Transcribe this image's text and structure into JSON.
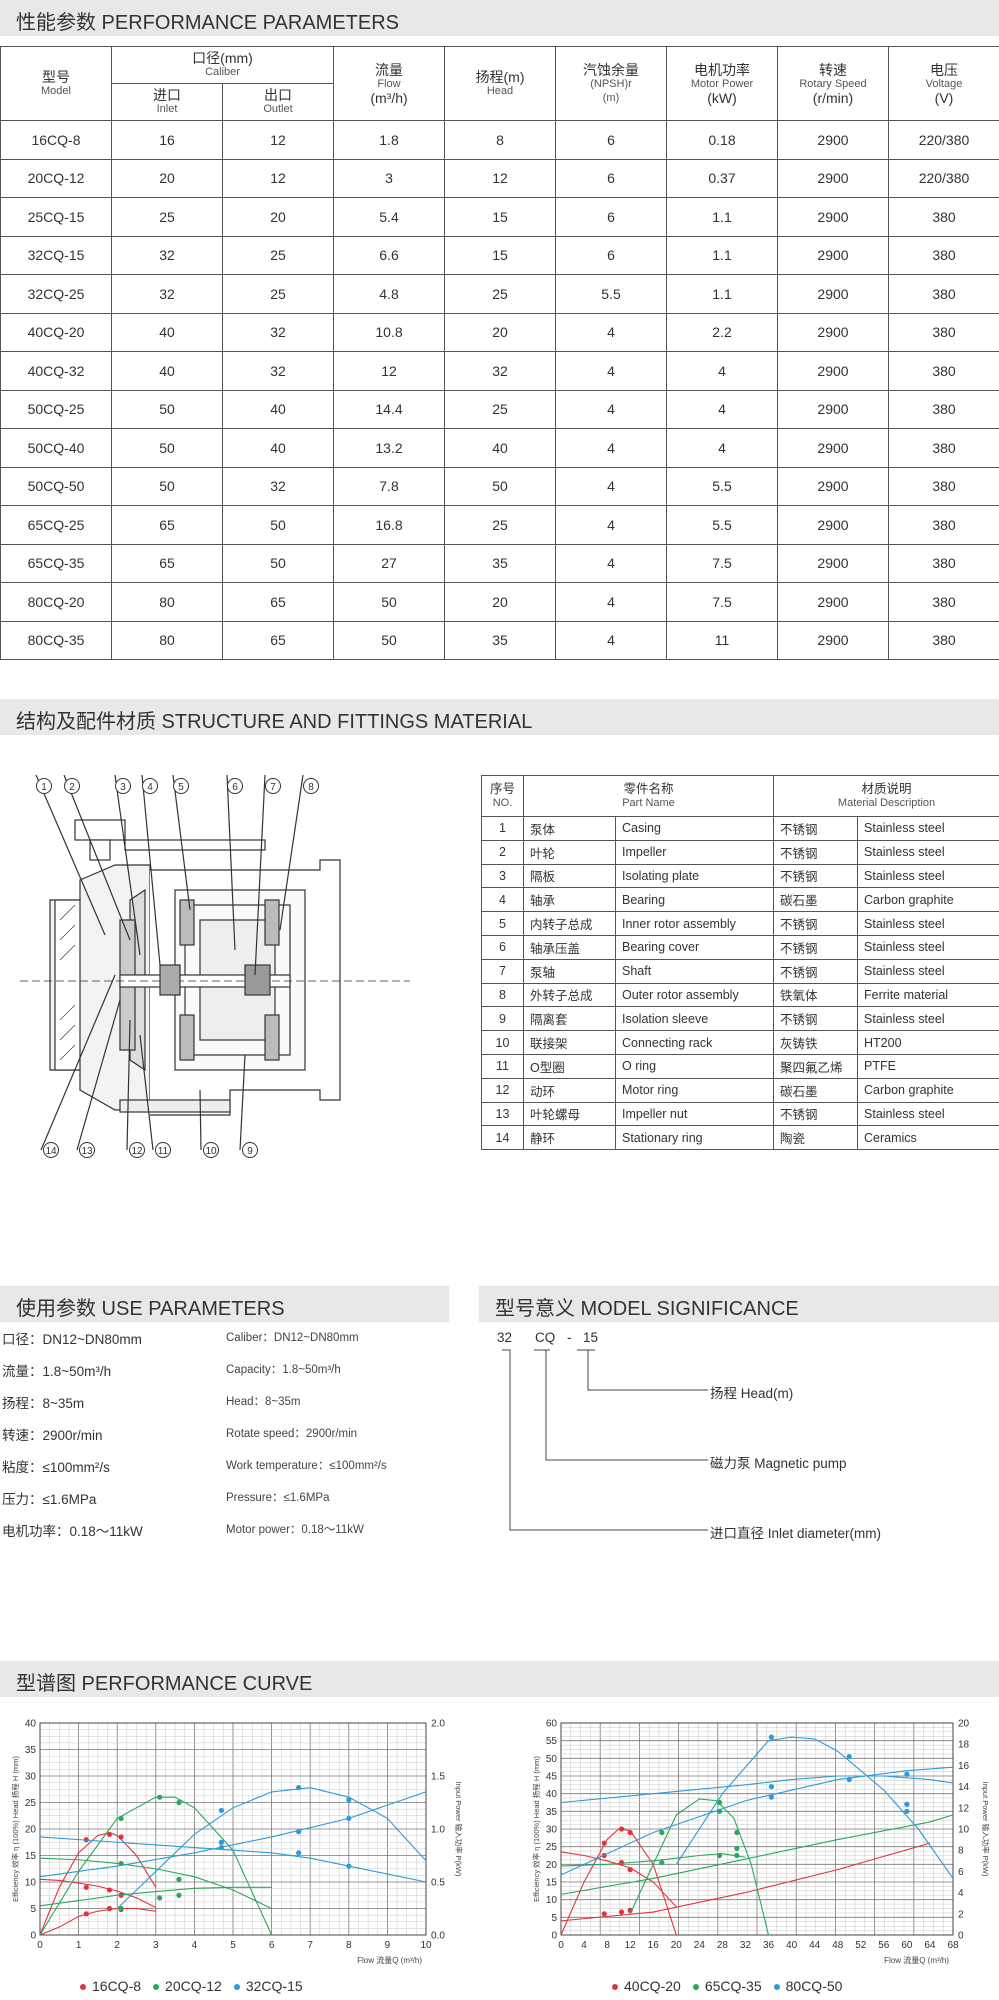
{
  "sections": {
    "performance": "性能参数 PERFORMANCE PARAMETERS",
    "structure": "结构及配件材质 STRUCTURE AND FITTINGS MATERIAL",
    "use": "使用参数 USE PARAMETERS",
    "model": "型号意义 MODEL SIGNIFICANCE",
    "curve": "型谱图 PERFORMANCE CURVE"
  },
  "perf_table": {
    "headers": {
      "model_zh": "型号",
      "model_en": "Model",
      "caliber_zh": "口径(mm)",
      "caliber_en": "Caliber",
      "inlet_zh": "进口",
      "inlet_en": "Inlet",
      "outlet_zh": "出口",
      "outlet_en": "Outlet",
      "flow_zh": "流量",
      "flow_en": "Flow",
      "flow_unit": "(m³/h)",
      "head_zh": "扬程(m)",
      "head_en": "Head",
      "npsh_zh": "汽蚀余量",
      "npsh_en": "(NPSH)r",
      "npsh_unit": "(m)",
      "power_zh": "电机功率",
      "power_en": "Motor Power",
      "power_unit": "(kW)",
      "speed_zh": "转速",
      "speed_en": "Rotary Speed",
      "speed_unit": "(r/min)",
      "volt_zh": "电压",
      "volt_en": "Voltage",
      "volt_unit": "(V)"
    },
    "rows": [
      [
        "16CQ-8",
        "16",
        "12",
        "1.8",
        "8",
        "6",
        "0.18",
        "2900",
        "220/380"
      ],
      [
        "20CQ-12",
        "20",
        "12",
        "3",
        "12",
        "6",
        "0.37",
        "2900",
        "220/380"
      ],
      [
        "25CQ-15",
        "25",
        "20",
        "5.4",
        "15",
        "6",
        "1.1",
        "2900",
        "380"
      ],
      [
        "32CQ-15",
        "32",
        "25",
        "6.6",
        "15",
        "6",
        "1.1",
        "2900",
        "380"
      ],
      [
        "32CQ-25",
        "32",
        "25",
        "4.8",
        "25",
        "5.5",
        "1.1",
        "2900",
        "380"
      ],
      [
        "40CQ-20",
        "40",
        "32",
        "10.8",
        "20",
        "4",
        "2.2",
        "2900",
        "380"
      ],
      [
        "40CQ-32",
        "40",
        "32",
        "12",
        "32",
        "4",
        "4",
        "2900",
        "380"
      ],
      [
        "50CQ-25",
        "50",
        "40",
        "14.4",
        "25",
        "4",
        "4",
        "2900",
        "380"
      ],
      [
        "50CQ-40",
        "50",
        "40",
        "13.2",
        "40",
        "4",
        "4",
        "2900",
        "380"
      ],
      [
        "50CQ-50",
        "50",
        "32",
        "7.8",
        "50",
        "4",
        "5.5",
        "2900",
        "380"
      ],
      [
        "65CQ-25",
        "65",
        "50",
        "16.8",
        "25",
        "4",
        "5.5",
        "2900",
        "380"
      ],
      [
        "65CQ-35",
        "65",
        "50",
        "27",
        "35",
        "4",
        "7.5",
        "2900",
        "380"
      ],
      [
        "80CQ-20",
        "80",
        "65",
        "50",
        "20",
        "4",
        "7.5",
        "2900",
        "380"
      ],
      [
        "80CQ-35",
        "80",
        "65",
        "50",
        "35",
        "4",
        "11",
        "2900",
        "380"
      ]
    ]
  },
  "diagram_callouts": {
    "top": [
      "1",
      "2",
      "3",
      "4",
      "5",
      "6",
      "7",
      "8"
    ],
    "bottom": [
      "14",
      "13",
      "12",
      "11",
      "10",
      "9"
    ]
  },
  "parts_table": {
    "h_no_zh": "序号",
    "h_no_en": "NO.",
    "h_part_zh": "零件名称",
    "h_part_en": "Part Name",
    "h_mat_zh": "材质说明",
    "h_mat_en": "Material Description",
    "rows": [
      [
        "1",
        "泵体",
        "Casing",
        "不锈钢",
        "Stainless steel"
      ],
      [
        "2",
        "叶轮",
        "Impeller",
        "不锈钢",
        "Stainless steel"
      ],
      [
        "3",
        "隔板",
        "Isolating plate",
        "不锈钢",
        "Stainless steel"
      ],
      [
        "4",
        "轴承",
        "Bearing",
        "碳石墨",
        "Carbon graphite"
      ],
      [
        "5",
        "内转子总成",
        "Inner rotor assembly",
        "不锈钢",
        "Stainless steel"
      ],
      [
        "6",
        "轴承压盖",
        "Bearing cover",
        "不锈钢",
        "Stainless steel"
      ],
      [
        "7",
        "泵轴",
        "Shaft",
        "不锈钢",
        "Stainless steel"
      ],
      [
        "8",
        "外转子总成",
        "Outer rotor assembly",
        "铁氧体",
        "Ferrite material"
      ],
      [
        "9",
        "隔离套",
        "Isolation sleeve",
        "不锈钢",
        "Stainless steel"
      ],
      [
        "10",
        "联接架",
        "Connecting rack",
        "灰铸铁",
        "HT200"
      ],
      [
        "11",
        "O型圈",
        "O ring",
        "聚四氟乙烯",
        "PTFE"
      ],
      [
        "12",
        "动环",
        "Motor ring",
        "碳石墨",
        "Carbon graphite"
      ],
      [
        "13",
        "叶轮螺母",
        "Impeller nut",
        "不锈钢",
        "Stainless steel"
      ],
      [
        "14",
        "静环",
        "Stationary ring",
        "陶瓷",
        "Ceramics"
      ]
    ]
  },
  "use_params": [
    [
      "口径：DN12~DN80mm",
      "Caliber：DN12~DN80mm"
    ],
    [
      "流量：1.8~50m³/h",
      "Capacity：1.8~50m³/h"
    ],
    [
      "扬程：8~35m",
      "Head：8~35m"
    ],
    [
      "转速：2900r/min",
      "Rotate speed：2900r/min"
    ],
    [
      "粘度：≤100mm²/s",
      "Work temperature：≤100mm²/s"
    ],
    [
      "压力：≤1.6MPa",
      "Pressure：≤1.6MPa"
    ],
    [
      "电机功率：0.18～11kW",
      "Motor power：0.18～11kW"
    ]
  ],
  "model_sig": {
    "code_a": "32",
    "code_b": "CQ",
    "dash": "-",
    "code_c": "15",
    "label_c": "扬程 Head(m)",
    "label_b": "磁力泵 Magnetic pump",
    "label_a": "进口直径 Inlet diameter(mm)"
  },
  "colors": {
    "red": "#e0343c",
    "green": "#2aa85a",
    "blue": "#2e9ad6",
    "band": "#e8e8e8"
  },
  "chart_data": [
    {
      "type": "line",
      "xlabel": "Flow 流量Q (m³/h)",
      "ylabel_left": "Efficiency 效率 η (100%) Head 扬程 H (mm)",
      "ylabel_right": "Input Power 输入功率 P(kW)",
      "xlim": [
        0,
        10
      ],
      "ylim": [
        0,
        40
      ],
      "y2lim": [
        0,
        2.0
      ],
      "x_ticks": [
        "0",
        "1",
        "2",
        "3",
        "4",
        "5",
        "6",
        "7",
        "8",
        "9",
        "10"
      ],
      "y_ticks": [
        "0",
        "5",
        "10",
        "15",
        "20",
        "25",
        "30",
        "35",
        "40"
      ],
      "y2_ticks": [
        "0.0",
        "0.5",
        "1.0",
        "1.5",
        "2.0"
      ],
      "grid": true,
      "series": [
        {
          "name": "16CQ-8",
          "color": "#e0343c",
          "curves": [
            {
              "kind": "head",
              "x": [
                0,
                0.5,
                1,
                1.5,
                2,
                2.5,
                3
              ],
              "y": [
                10.5,
                10.3,
                9.8,
                9.2,
                8.3,
                7,
                5.2
              ]
            },
            {
              "kind": "efficiency",
              "x": [
                0,
                0.5,
                1,
                1.5,
                1.8,
                2,
                2.5,
                3
              ],
              "y": [
                0,
                9,
                15.5,
                18.8,
                19.3,
                18.8,
                15,
                9
              ]
            },
            {
              "kind": "power",
              "x": [
                0,
                0.5,
                1,
                1.5,
                2,
                2.5,
                3
              ],
              "y": [
                0,
                1.5,
                3.5,
                4.5,
                5,
                5,
                4.5
              ]
            }
          ],
          "points_x": [
            1.2,
            1.8,
            2.1,
            1.2,
            1.8,
            2.1,
            1.2,
            1.8,
            2.1
          ],
          "points_y": [
            18,
            19,
            18.5,
            9,
            8.5,
            7.5,
            4,
            5,
            4.8
          ]
        },
        {
          "name": "20CQ-12",
          "color": "#2aa85a",
          "curves": [
            {
              "kind": "head",
              "x": [
                0,
                1,
                2,
                3,
                4,
                5,
                6
              ],
              "y": [
                14.5,
                14.2,
                13.5,
                12.5,
                11,
                8.5,
                5
              ]
            },
            {
              "kind": "efficiency",
              "x": [
                0,
                1,
                2,
                3,
                3.5,
                4,
                5,
                6
              ],
              "y": [
                0,
                12,
                22,
                26,
                26,
                24,
                16,
                0
              ]
            },
            {
              "kind": "power",
              "x": [
                0,
                1,
                2,
                3,
                4,
                5,
                6
              ],
              "y": [
                5.5,
                6.5,
                7.5,
                8.2,
                8.8,
                9,
                9
              ]
            }
          ],
          "points_x": [
            2.1,
            3.1,
            3.6,
            2.1,
            3.6,
            2.1,
            3.1,
            3.6
          ],
          "points_y": [
            22,
            26,
            25,
            13.5,
            10.5,
            5,
            7,
            7.5
          ]
        },
        {
          "name": "32CQ-15",
          "color": "#2e9ad6",
          "curves": [
            {
              "kind": "head",
              "x": [
                0,
                2,
                4,
                6,
                7,
                8,
                10
              ],
              "y": [
                18.5,
                17.5,
                16.5,
                15.5,
                14.5,
                13,
                10
              ]
            },
            {
              "kind": "efficiency",
              "x": [
                2,
                4,
                5,
                6,
                7,
                8,
                9,
                10
              ],
              "y": [
                5,
                19,
                24,
                27,
                27.8,
                26,
                22,
                14
              ]
            },
            {
              "kind": "power",
              "x": [
                0,
                2,
                4,
                6,
                8,
                10
              ],
              "y": [
                11,
                13,
                15.5,
                18.5,
                22,
                27
              ]
            }
          ],
          "points_x": [
            4.7,
            6.7,
            8,
            4.7,
            6.7,
            8,
            4.7,
            6.7,
            8
          ],
          "points_y": [
            23.5,
            27.8,
            25.5,
            17.5,
            15.5,
            13,
            16.5,
            19.5,
            22
          ]
        }
      ]
    },
    {
      "type": "line",
      "xlabel": "Flow 流量Q (m³/h)",
      "ylabel_left": "Efficiency 效率 η (100%) Head 扬程 H (mm)",
      "ylabel_right": "Input Power 输入功率 P(kW)",
      "xlim": [
        0,
        68
      ],
      "ylim": [
        0,
        60
      ],
      "y2lim": [
        0,
        20
      ],
      "x_ticks": [
        "0",
        "4",
        "8",
        "12",
        "16",
        "20",
        "24",
        "28",
        "32",
        "36",
        "40",
        "44",
        "48",
        "52",
        "56",
        "60",
        "64",
        "68"
      ],
      "y_ticks": [
        "0",
        "5",
        "10",
        "15",
        "20",
        "25",
        "30",
        "35",
        "40",
        "45",
        "50",
        "55",
        "60"
      ],
      "y2_ticks": [
        "0",
        "2",
        "4",
        "6",
        "8",
        "10",
        "12",
        "14",
        "16",
        "18",
        "20"
      ],
      "grid": true,
      "series": [
        {
          "name": "40CQ-20",
          "color": "#e0343c",
          "curves": [
            {
              "kind": "head",
              "x": [
                0,
                4,
                8,
                12,
                16,
                20
              ],
              "y": [
                23.5,
                22.5,
                21,
                19,
                15,
                8
              ]
            },
            {
              "kind": "efficiency",
              "x": [
                0,
                4,
                8,
                10,
                12,
                16,
                20
              ],
              "y": [
                0,
                15,
                27,
                30,
                29.5,
                20,
                0
              ]
            },
            {
              "kind": "power",
              "x": [
                0,
                16,
                32,
                48,
                64
              ],
              "y": [
                4,
                6.5,
                12,
                18.5,
                26
              ]
            }
          ],
          "points_x": [
            7.5,
            10.5,
            12,
            7.5,
            10.5,
            12,
            7.5,
            10.5,
            12
          ],
          "points_y": [
            26,
            30,
            29,
            22.5,
            20.5,
            18.5,
            6,
            6.5,
            7
          ]
        },
        {
          "name": "65CQ-35",
          "color": "#2aa85a",
          "curves": [
            {
              "kind": "head",
              "x": [
                0,
                8,
                16,
                24,
                28,
                32
              ],
              "y": [
                19.5,
                20,
                21,
                22.5,
                23,
                22
              ]
            },
            {
              "kind": "efficiency",
              "x": [
                12,
                16,
                20,
                24,
                27,
                30,
                33,
                36
              ],
              "y": [
                6,
                20,
                34,
                38.5,
                38,
                33,
                20,
                0
              ]
            },
            {
              "kind": "power",
              "x": [
                0,
                16,
                32,
                48,
                64,
                68
              ],
              "y": [
                11.5,
                16,
                21.5,
                27,
                32,
                34
              ]
            }
          ],
          "points_x": [
            17.5,
            27.5,
            30.5,
            17.5,
            27.5,
            30.5,
            27.5,
            30.5
          ],
          "points_y": [
            29,
            37.5,
            29,
            20.5,
            22.5,
            22.5,
            35,
            24.5
          ]
        },
        {
          "name": "80CQ-50",
          "color": "#2e9ad6",
          "curves": [
            {
              "kind": "head",
              "x": [
                0,
                16,
                32,
                40,
                48,
                56,
                64,
                68
              ],
              "y": [
                37.5,
                40,
                42.5,
                44,
                45,
                45,
                44,
                43
              ]
            },
            {
              "kind": "efficiency",
              "x": [
                20,
                28,
                36,
                40,
                44,
                48,
                56,
                62,
                68
              ],
              "y": [
                20,
                40,
                55,
                56,
                55.5,
                52,
                41,
                30,
                16
              ]
            },
            {
              "kind": "power",
              "x": [
                0,
                16,
                32,
                48,
                60,
                68
              ],
              "y": [
                17,
                29,
                38,
                44,
                46.5,
                47.5
              ]
            }
          ],
          "points_x": [
            36.5,
            50,
            60,
            36.5,
            50,
            60,
            36.5,
            60
          ],
          "points_y": [
            56,
            50.5,
            37,
            42,
            44,
            35,
            39,
            45.5
          ]
        }
      ]
    }
  ]
}
